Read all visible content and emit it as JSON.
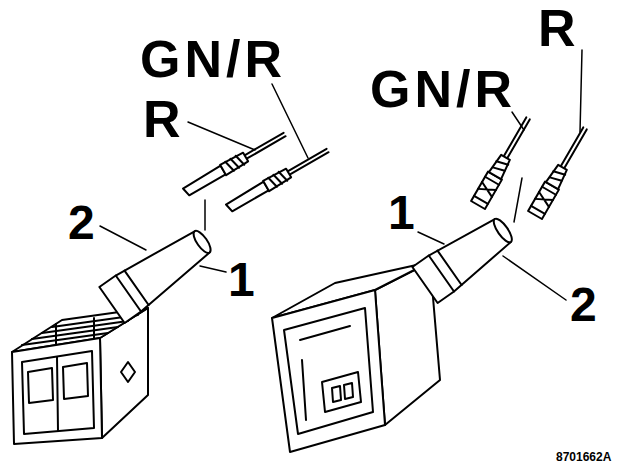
{
  "diagram": {
    "labels": [
      "GN/R",
      "R",
      "2",
      "1",
      "GN/R",
      "R",
      "1",
      "2",
      "8701662A"
    ]
  }
}
